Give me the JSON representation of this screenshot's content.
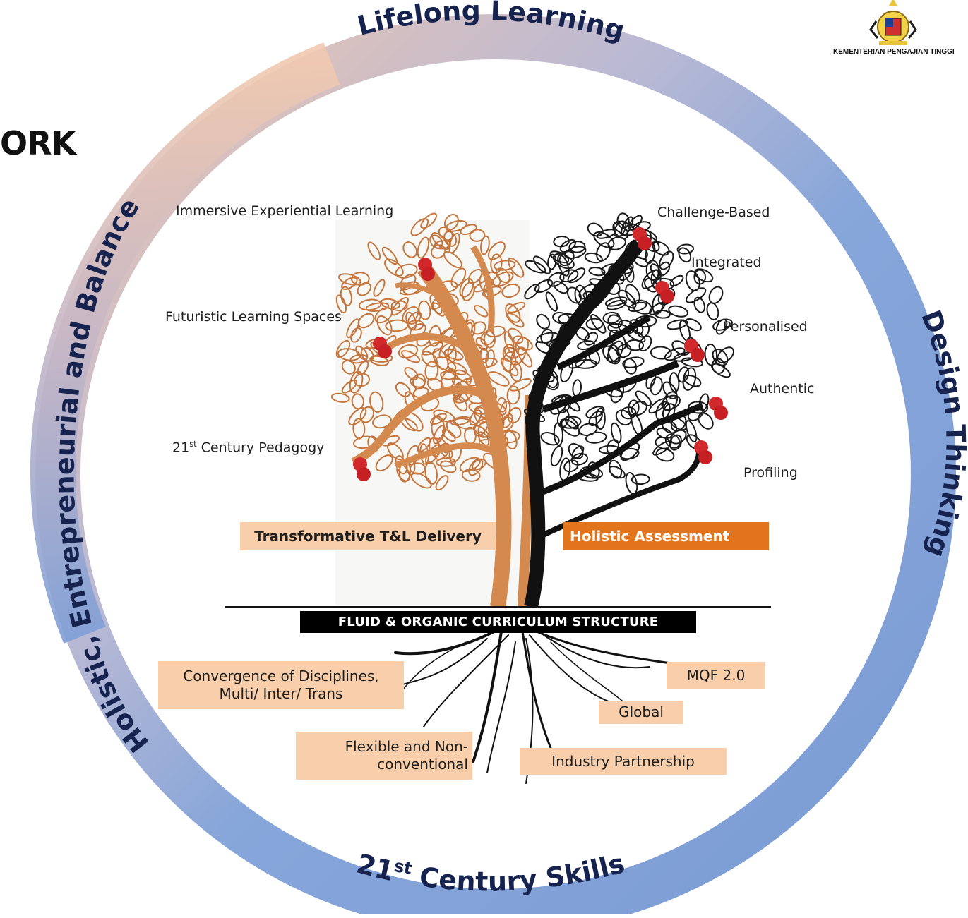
{
  "title_fragment": "ORK",
  "ministry": "KEMENTERIAN PENGAJIAN TINGGI",
  "ring": {
    "top": "Lifelong Learning",
    "right": "Design Thinking",
    "left": "Holistic, Entrepreneurial and Balance",
    "bottom_number": "21",
    "bottom_sup": "st",
    "bottom_rest": " Century Skills"
  },
  "left_labels": {
    "immersive": "Immersive Experiential Learning",
    "futuristic": "Futuristic Learning Spaces",
    "pedagogy_num": "21",
    "pedagogy_sup": "st",
    "pedagogy_rest": " Century Pedagogy"
  },
  "right_labels": [
    "Challenge-Based",
    "Integrated",
    "Personalised",
    "Authentic",
    "Profiling"
  ],
  "pillars": {
    "delivery": "Transformative T&L Delivery",
    "assessment": "Holistic Assessment"
  },
  "structure": "FLUID & ORGANIC CURRICULUM STRUCTURE",
  "roots": {
    "convergence_1": "Convergence of Disciplines,",
    "convergence_2": "Multi/ Inter/ Trans",
    "flexible_1": "Flexible and Non-",
    "flexible_2": "conventional",
    "mqf": "MQF 2.0",
    "global": "Global",
    "industry": "Industry Partnership"
  },
  "colors": {
    "ring_blue": "#7e9fd6",
    "ring_peach": "#e8c4b5",
    "ring_text": "#16234f",
    "tree_orange": "#d48a4e",
    "leaf_outline": "#c6763c",
    "box_peach": "#f8cfaa",
    "box_orange": "#e2741b",
    "apple_red": "#d0282b"
  }
}
